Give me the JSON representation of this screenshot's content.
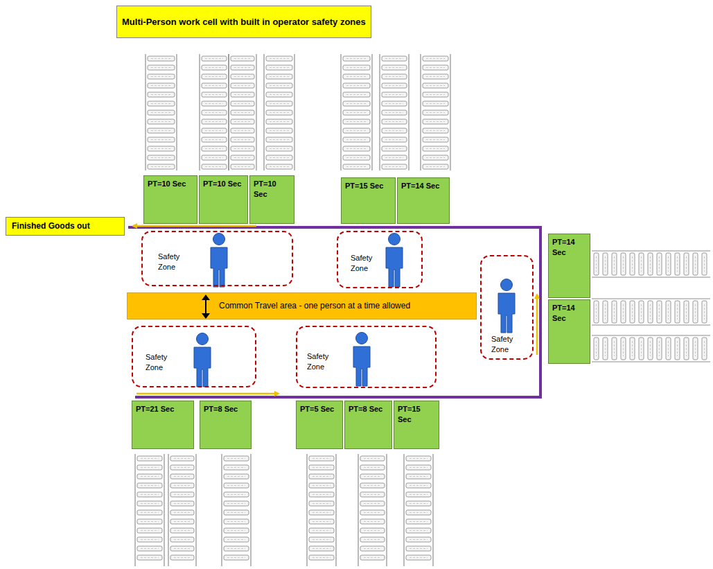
{
  "diagram": {
    "title": "Multi-Person work cell with built in operator safety zones",
    "nodes": [
      {
        "text": [
          "PT=10 Sec"
        ]
      },
      {
        "text": [
          "PT=10 Sec"
        ]
      },
      {
        "text": [
          "PT=10 Sec"
        ]
      },
      {
        "text": [
          "PT=15 Sec"
        ]
      },
      {
        "text": [
          "PT=14 Sec"
        ]
      },
      {
        "text": [
          "Finished Goods out"
        ]
      },
      {
        "text": [
          "Safety Zone"
        ]
      },
      {
        "text": [
          "Safety Zone"
        ]
      },
      {
        "text": [
          "PT=14 Sec"
        ]
      },
      {
        "text": [
          "Safety Zone"
        ]
      },
      {
        "text": [
          "Common Travel area - one person at a time allowed"
        ]
      },
      {
        "text": [
          "PT=14 Sec"
        ]
      },
      {
        "text": [
          "Safety Zone"
        ]
      },
      {
        "text": [
          "Safety Zone"
        ]
      },
      {
        "text": [
          "PT=21 Sec"
        ]
      },
      {
        "text": [
          "PT=8 Sec"
        ]
      },
      {
        "text": [
          "PT=5 Sec"
        ]
      },
      {
        "text": [
          "PT=8 Sec"
        ]
      },
      {
        "text": [
          "PT=15 Sec"
        ]
      }
    ]
  }
}
